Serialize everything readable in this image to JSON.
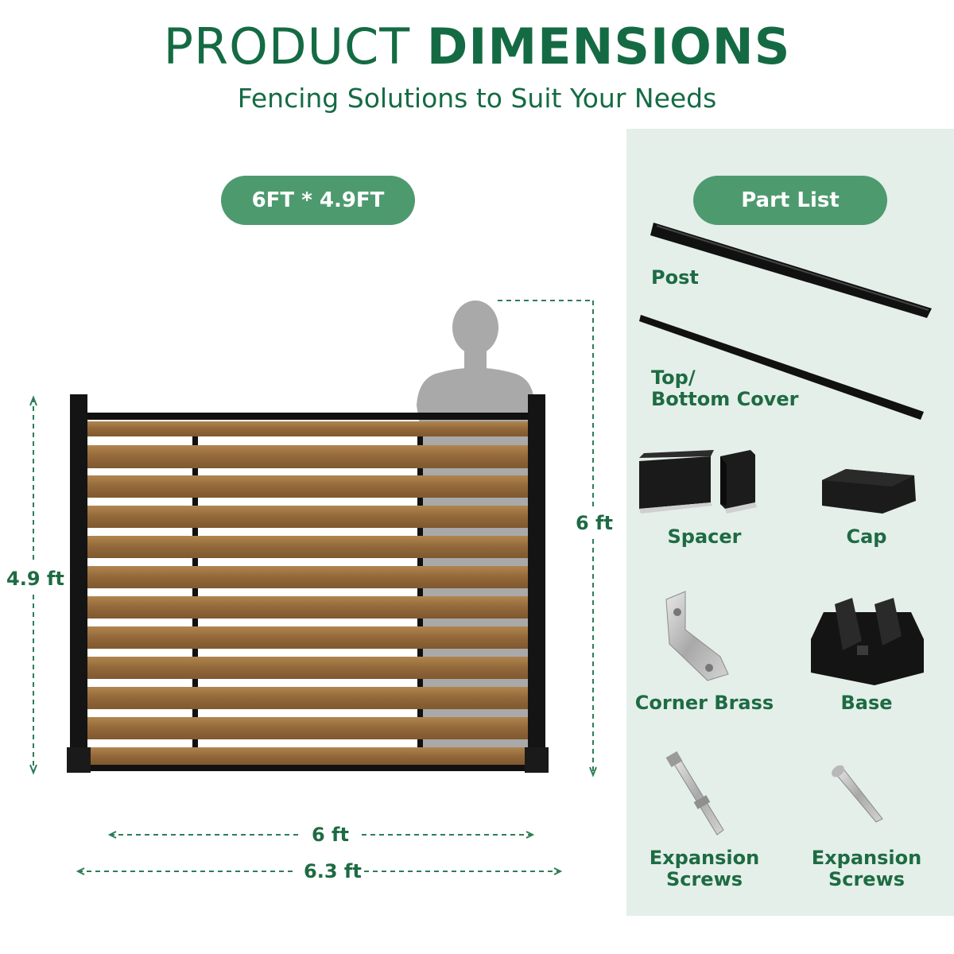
{
  "header": {
    "title_light": "PRODUCT",
    "title_bold": "DIMENSIONS",
    "subtitle": "Fencing Solutions to Suit Your Needs"
  },
  "diagram": {
    "size_badge": "6FT * 4.9FT",
    "height_panel": "4.9 ft",
    "height_person": "6 ft",
    "width_panel": "6 ft",
    "width_total": "6.3 ft"
  },
  "parts": {
    "heading": "Part List",
    "post": "Post",
    "cover_line1": "Top/",
    "cover_line2": "Bottom Cover",
    "spacer": "Spacer",
    "cap": "Cap",
    "corner_brass": "Corner Brass",
    "base": "Base",
    "expansion_left_1": "Expansion",
    "expansion_left_2": "Screws",
    "expansion_right_1": "Expansion",
    "expansion_right_2": "Screws"
  },
  "colors": {
    "brand_green": "#146b43",
    "pill_green": "#4e9a6f",
    "panel_bg": "#e4efe9",
    "slat_wood": "#9a6f3e",
    "frame": "#111111"
  }
}
